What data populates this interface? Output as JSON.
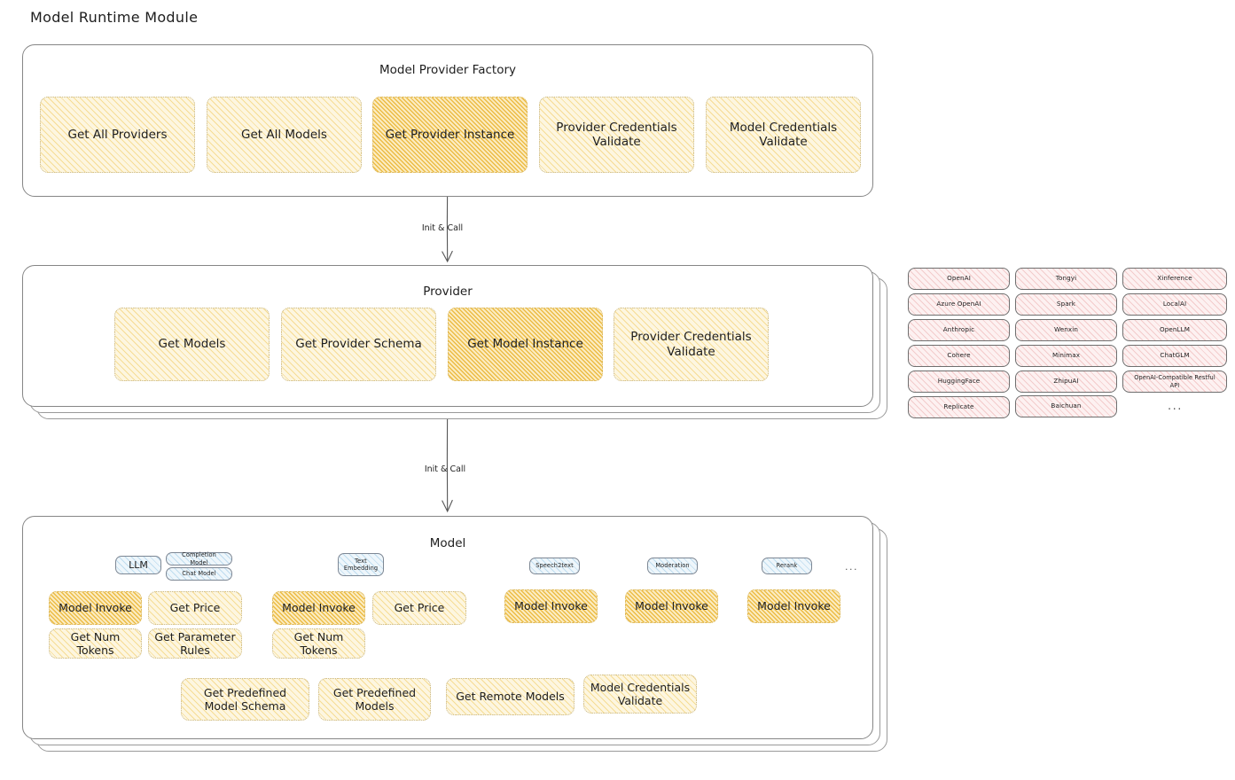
{
  "title": "Model Runtime Module",
  "sections": {
    "factory": {
      "title": "Model Provider Factory",
      "nodes": [
        {
          "label": "Get All Providers",
          "highlight": false
        },
        {
          "label": "Get All Models",
          "highlight": false
        },
        {
          "label": "Get Provider Instance",
          "highlight": true
        },
        {
          "label": "Provider Credentials Validate",
          "highlight": false
        },
        {
          "label": "Model Credentials Validate",
          "highlight": false
        }
      ]
    },
    "provider": {
      "title": "Provider",
      "nodes": [
        {
          "label": "Get Models",
          "highlight": false
        },
        {
          "label": "Get Provider Schema",
          "highlight": false
        },
        {
          "label": "Get Model Instance",
          "highlight": true
        },
        {
          "label": "Provider Credentials Validate",
          "highlight": false
        }
      ]
    },
    "model": {
      "title": "Model",
      "groups": [
        {
          "tags": [
            "LLM"
          ],
          "subtags": [
            "Completion Model",
            "Chat Model"
          ],
          "nodes": [
            {
              "label": "Model Invoke",
              "highlight": true
            },
            {
              "label": "Get Price",
              "highlight": false
            },
            {
              "label": "Get Num Tokens",
              "highlight": false
            },
            {
              "label": "Get Parameter Rules",
              "highlight": false
            }
          ]
        },
        {
          "tags": [
            "Text Embedding"
          ],
          "subtags": [],
          "nodes": [
            {
              "label": "Model Invoke",
              "highlight": true
            },
            {
              "label": "Get Price",
              "highlight": false
            },
            {
              "label": "Get Num Tokens",
              "highlight": false
            }
          ]
        },
        {
          "tags": [
            "Speech2text"
          ],
          "subtags": [],
          "nodes": [
            {
              "label": "Model Invoke",
              "highlight": true
            }
          ]
        },
        {
          "tags": [
            "Moderation"
          ],
          "subtags": [],
          "nodes": [
            {
              "label": "Model Invoke",
              "highlight": true
            }
          ]
        },
        {
          "tags": [
            "Rerank"
          ],
          "subtags": [],
          "nodes": [
            {
              "label": "Model Invoke",
              "highlight": true
            }
          ]
        }
      ],
      "more": "...",
      "common_nodes": [
        {
          "label": "Get Predefined Model Schema"
        },
        {
          "label": "Get Predefined Models"
        },
        {
          "label": "Get Remote Models"
        },
        {
          "label": "Model Credentials Validate"
        }
      ]
    }
  },
  "arrows": [
    {
      "label": "Init & Call"
    },
    {
      "label": "Init & Call"
    }
  ],
  "provider_list": {
    "columns": [
      [
        "OpenAI",
        "Azure OpenAI",
        "Anthropic",
        "Cohere",
        "HuggingFace",
        "Replicate"
      ],
      [
        "Tongyi",
        "Spark",
        "Wenxin",
        "Minimax",
        "ZhipuAI",
        "Baichuan"
      ],
      [
        "Xinference",
        "LocalAI",
        "OpenLLM",
        "ChatGLM",
        "OpenAI-Compatible Restful API"
      ]
    ],
    "more": "..."
  },
  "colors": {
    "node_fill": "#fdf6e0",
    "node_fill_highlight": "#fbecc2",
    "tag_fill": "#eef6fb",
    "provider_chip_fill": "#fdf1f1",
    "stroke": "#868686",
    "text": "#1e1e1e"
  }
}
